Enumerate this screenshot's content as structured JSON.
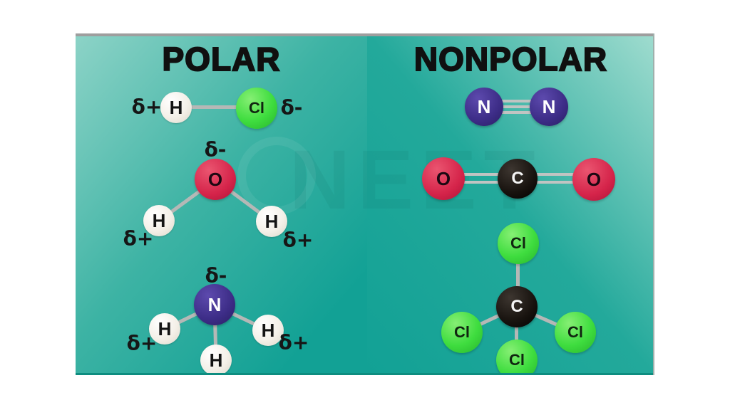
{
  "left_panel": {
    "title": "POLAR",
    "hcl": {
      "delta_plus": "δ+",
      "h": "H",
      "cl": "Cl",
      "delta_minus": "δ-"
    },
    "h2o": {
      "delta_minus": "δ-",
      "o": "O",
      "h_left": "H",
      "h_right": "H",
      "delta_plus_left": "δ+",
      "delta_plus_right": "δ+"
    },
    "nh3": {
      "delta_minus": "δ-",
      "n": "N",
      "h_left": "H",
      "h_right": "H",
      "h_bottom": "H",
      "delta_plus_left": "δ+",
      "delta_plus_right": "δ+"
    }
  },
  "right_panel": {
    "title": "NONPOLAR",
    "n2": {
      "n_left": "N",
      "n_right": "N"
    },
    "co2": {
      "o_left": "O",
      "c": "C",
      "o_right": "O"
    },
    "ccl4": {
      "cl_top": "Cl",
      "c": "C",
      "cl_left": "Cl",
      "cl_right": "Cl",
      "cl_bottom": "Cl"
    }
  },
  "watermark": {
    "text": "NEET"
  },
  "colors": {
    "hydrogen": "#f4f0e8",
    "chlorine": "#3fdd3f",
    "oxygen": "#d5244a",
    "nitrogen": "#3c2c86",
    "carbon": "#17120e",
    "bond_gray": "#b5b8b6",
    "panel_teal_dark": "#12a195",
    "panel_teal_light": "#8dd3c7",
    "title_text": "#101010",
    "page_background": "#ffffff",
    "top_strip": "#9e9e9e"
  }
}
